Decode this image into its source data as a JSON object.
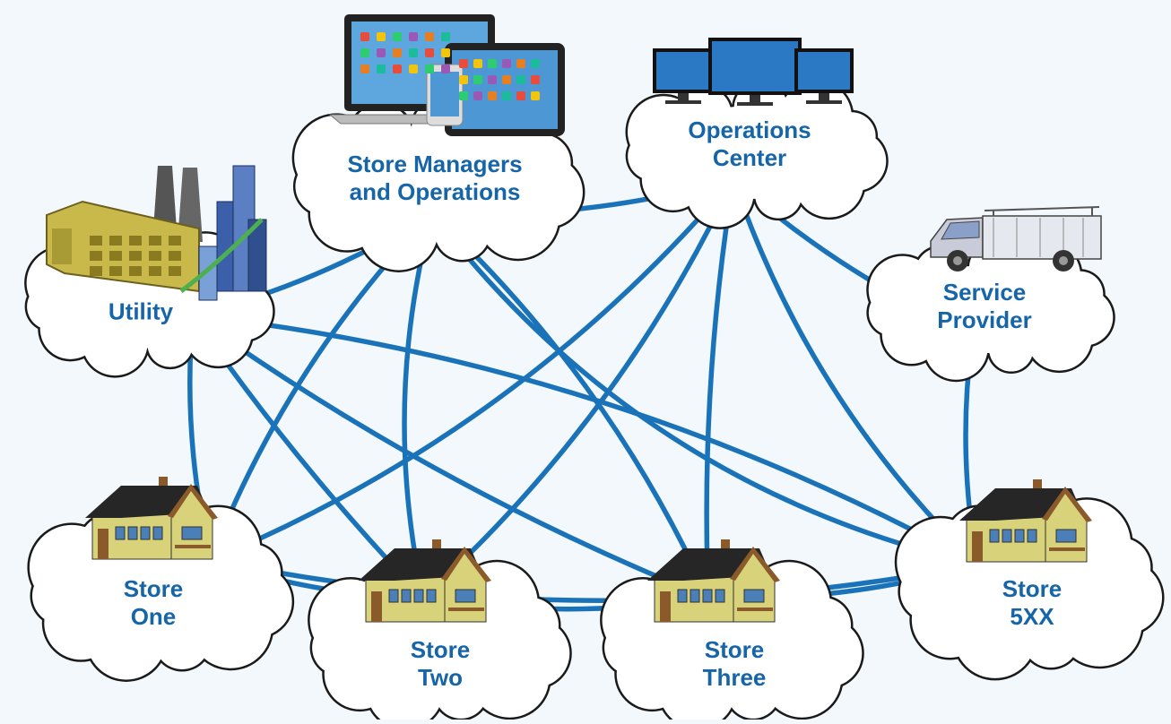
{
  "diagram": {
    "colors": {
      "background": "#f3f8fc",
      "link": "#1a73b8",
      "label": "#1565a8",
      "cloud_fill": "#ffffff",
      "cloud_stroke": "#1a1a1a",
      "house_wall": "#d8d27a",
      "house_roof": "#262626",
      "house_trim": "#8a5a2b",
      "factory": "#c9b94a",
      "truck": "#c9ccd8"
    },
    "nodes": {
      "store_managers": {
        "lines": [
          "Store Managers",
          "and Operations"
        ],
        "icon": "devices-icon"
      },
      "operations_center": {
        "lines": [
          "Operations",
          "Center"
        ],
        "icon": "monitors-icon"
      },
      "utility": {
        "lines": [
          "Utility"
        ],
        "icon": "factory-icon"
      },
      "service_provider": {
        "lines": [
          "Service",
          "Provider"
        ],
        "icon": "service-truck-icon"
      },
      "store_one": {
        "lines": [
          "Store",
          "One"
        ],
        "icon": "house-icon"
      },
      "store_two": {
        "lines": [
          "Store",
          "Two"
        ],
        "icon": "house-icon"
      },
      "store_three": {
        "lines": [
          "Store",
          "Three"
        ],
        "icon": "house-icon"
      },
      "store_5xx": {
        "lines": [
          "Store",
          "5XX"
        ],
        "icon": "house-icon"
      }
    },
    "connections": [
      [
        "utility",
        "store_managers"
      ],
      [
        "store_managers",
        "operations_center"
      ],
      [
        "operations_center",
        "service_provider"
      ],
      [
        "service_provider",
        "store_5xx"
      ],
      [
        "utility",
        "store_one"
      ],
      [
        "utility",
        "store_two"
      ],
      [
        "utility",
        "store_three"
      ],
      [
        "utility",
        "store_5xx"
      ],
      [
        "store_managers",
        "store_one"
      ],
      [
        "store_managers",
        "store_two"
      ],
      [
        "store_managers",
        "store_three"
      ],
      [
        "store_managers",
        "store_5xx"
      ],
      [
        "operations_center",
        "store_one"
      ],
      [
        "operations_center",
        "store_two"
      ],
      [
        "operations_center",
        "store_three"
      ],
      [
        "operations_center",
        "store_5xx"
      ],
      [
        "store_one",
        "store_two"
      ],
      [
        "store_two",
        "store_three"
      ],
      [
        "store_three",
        "store_5xx"
      ],
      [
        "store_one",
        "store_5xx"
      ]
    ]
  }
}
